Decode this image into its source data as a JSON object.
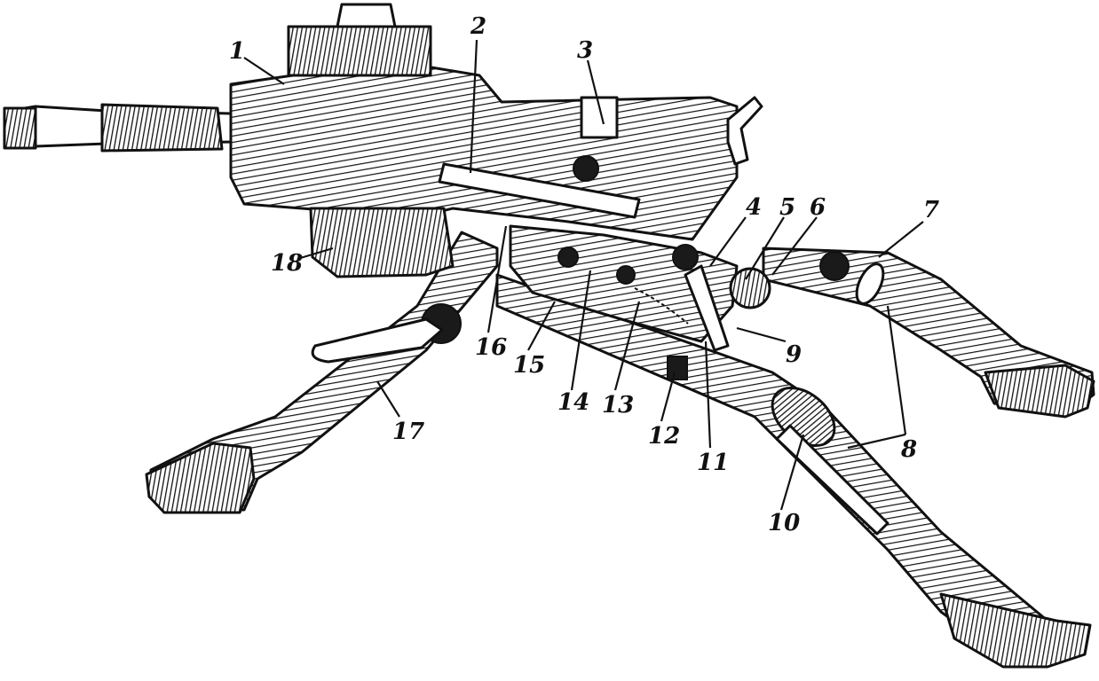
{
  "callouts": [
    {
      "id": "1",
      "label": "1"
    },
    {
      "id": "2",
      "label": "2"
    },
    {
      "id": "3",
      "label": "3"
    },
    {
      "id": "4",
      "label": "4"
    },
    {
      "id": "5",
      "label": "5"
    },
    {
      "id": "6",
      "label": "6"
    },
    {
      "id": "7",
      "label": "7"
    },
    {
      "id": "8",
      "label": "8"
    },
    {
      "id": "9",
      "label": "9"
    },
    {
      "id": "10",
      "label": "10"
    },
    {
      "id": "11",
      "label": "11"
    },
    {
      "id": "12",
      "label": "12"
    },
    {
      "id": "13",
      "label": "13"
    },
    {
      "id": "14",
      "label": "14"
    },
    {
      "id": "15",
      "label": "15"
    },
    {
      "id": "16",
      "label": "16"
    },
    {
      "id": "17",
      "label": "17"
    },
    {
      "id": "18",
      "label": "18"
    }
  ],
  "colors": {
    "ink": "#111111",
    "paper": "#ffffff"
  }
}
